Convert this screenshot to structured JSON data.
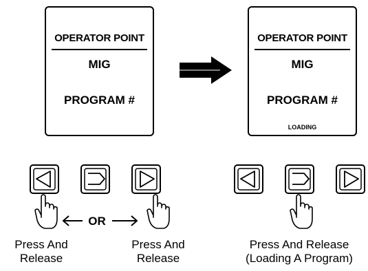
{
  "display_before": {
    "title": "OPERATOR POINT",
    "mode": "MIG",
    "program_label": "PROGRAM #",
    "status": ""
  },
  "display_after": {
    "title": "OPERATOR POINT",
    "mode": "MIG",
    "program_label": "PROGRAM #",
    "status": "LOADING"
  },
  "or_label": "OR",
  "captions": {
    "left_line1": "Press And",
    "left_line2": "Release",
    "middle_line1": "Press And",
    "middle_line2": "Release",
    "right_line1": "Press And Release",
    "right_line2": "(Loading A Program)"
  },
  "icons": [
    "left-arrow-key-icon",
    "enter-key-icon",
    "right-arrow-key-icon",
    "pointing-hand-icon",
    "transition-arrow-icon"
  ]
}
